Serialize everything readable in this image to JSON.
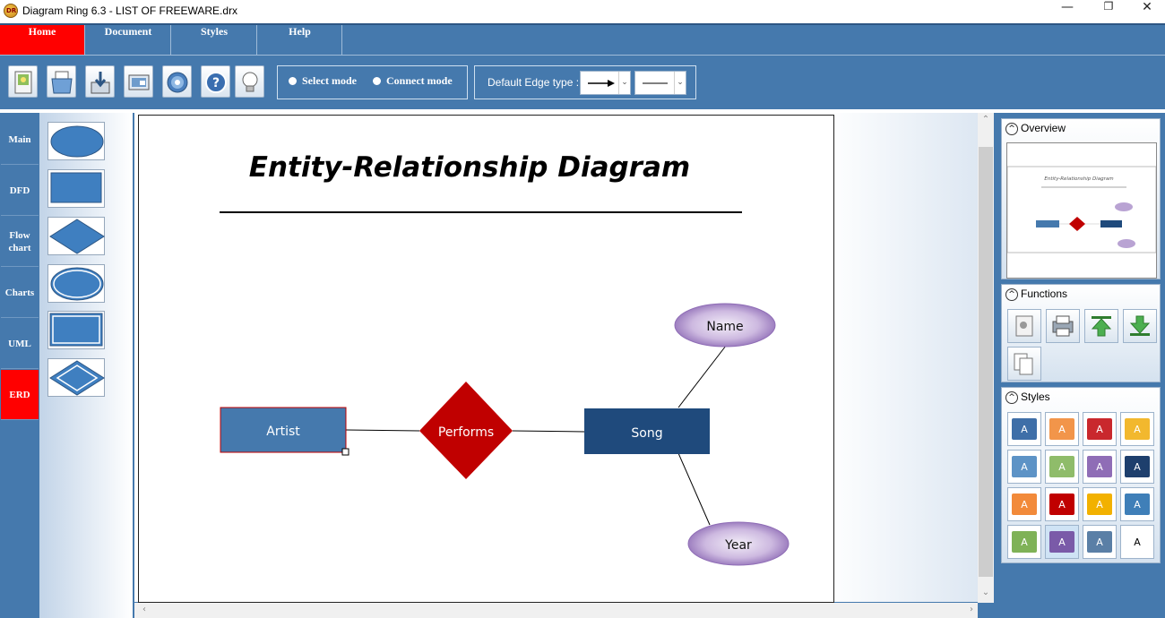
{
  "window": {
    "title": "Diagram Ring 6.3  - LIST OF FREEWARE.drx",
    "app_icon_text": "DR",
    "controls": {
      "minimize": "—",
      "maximize": "❐",
      "close": "✕"
    }
  },
  "ribbon": {
    "tabs": [
      {
        "label": "Home",
        "active": true
      },
      {
        "label": "Document",
        "active": false
      },
      {
        "label": "Styles",
        "active": false
      },
      {
        "label": "Help",
        "active": false
      }
    ],
    "toolbar_buttons": [
      "new-icon",
      "open-icon",
      "save-icon",
      "export-image-icon",
      "web-icon",
      "help-icon",
      "tip-bulb-icon"
    ],
    "modes": {
      "select_label": "Select mode",
      "connect_label": "Connect mode",
      "selected": "Select mode"
    },
    "edge": {
      "label": "Default Edge type :"
    }
  },
  "left_sidebar": {
    "categories": [
      {
        "label": "Main",
        "active": false
      },
      {
        "label": "DFD",
        "active": false
      },
      {
        "label": "Flow chart",
        "active": false
      },
      {
        "label": "Charts",
        "active": false
      },
      {
        "label": "UML",
        "active": false
      },
      {
        "label": "ERD",
        "active": true
      }
    ],
    "shapes": [
      "ellipse",
      "rectangle",
      "diamond",
      "double-ellipse",
      "double-rectangle",
      "double-diamond"
    ]
  },
  "diagram": {
    "title": "Entity-Relationship Diagram",
    "nodes": {
      "artist": "Artist",
      "performs": "Performs",
      "song": "Song",
      "name": "Name",
      "year": "Year"
    },
    "colors": {
      "entity_blue": "#4579ad",
      "entity_dark": "#1f4a7c",
      "relation_red": "#c00000",
      "attribute_purple": "#9c7dbd"
    }
  },
  "right_panel": {
    "overview": {
      "label": "Overview",
      "mini_title": "Entity-Relationship Diagram"
    },
    "functions": {
      "label": "Functions",
      "buttons": [
        "properties-icon",
        "print-icon",
        "bring-front-icon",
        "send-back-icon",
        "copy-icon"
      ]
    },
    "styles": {
      "label": "Styles",
      "glyph": "A",
      "swatches": [
        "#3f6fa8",
        "#f2954a",
        "#c9282d",
        "#f2b82e",
        "#5d93c6",
        "#8fbc6a",
        "#8f6db6",
        "#1e3f6d",
        "#f28a3a",
        "#c00000",
        "#f2b100",
        "#3f7fb8",
        "#7fb257",
        "#7a5aa8",
        "#5a7fa6",
        "#ffffff"
      ]
    }
  }
}
